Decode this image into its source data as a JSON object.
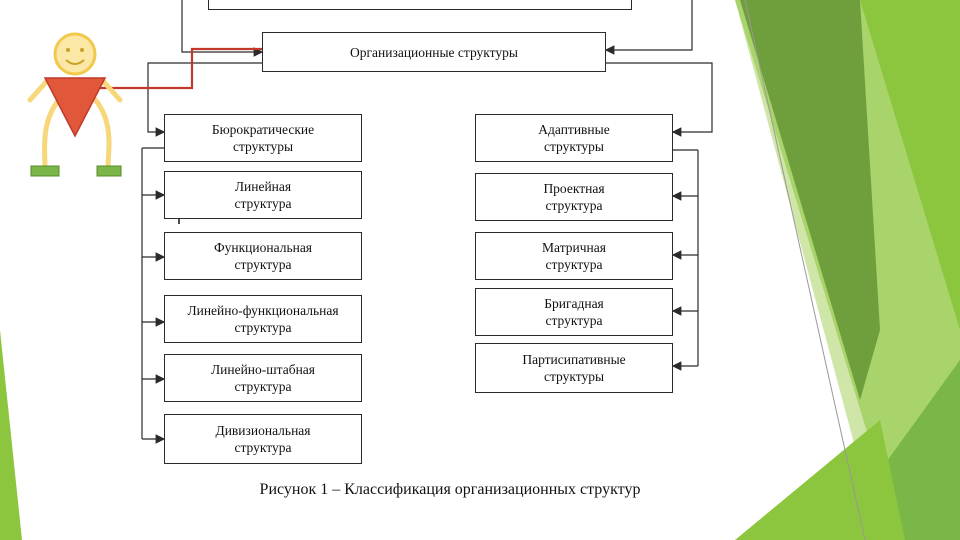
{
  "diagram": {
    "top_box": "",
    "root": "Организационные структуры",
    "left": [
      "Бюрократические\nструктуры",
      "Линейная\nструктура",
      "Функциональная\nструктура",
      "Линейно-функциональная\nструктура",
      "Линейно-штабная\nструктура",
      "Дивизиональная\nструктура"
    ],
    "right": [
      "Адаптивные\nструктуры",
      "Проектная\nструктура",
      "Матричная\nструктура",
      "Бригадная\nструктура",
      "Партисипативные\nструктуры"
    ],
    "caption": "Рисунок 1 – Классификация организационных структур"
  },
  "colors": {
    "accent_green": "#8cc63f",
    "dark_green": "#5a8a2e",
    "light_green": "#cfe6a8",
    "figure_yellow": "#f6d77a",
    "figure_red": "#e0573a",
    "arrow_red": "#c0392b",
    "line": "#2b2b2b"
  },
  "icons": [
    "stick-figure-icon"
  ]
}
